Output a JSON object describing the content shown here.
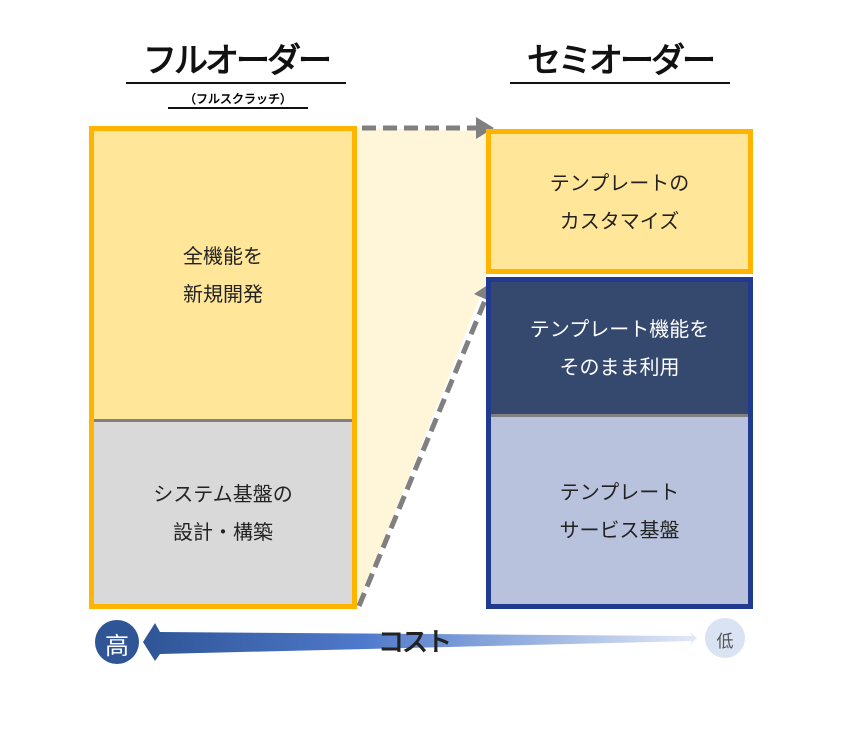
{
  "left": {
    "title": "フルオーダー",
    "subtitle": "（フルスクラッチ）",
    "top_block": "全機能を\n新規開発",
    "bottom_block": "システム基盤の\n設計・構築"
  },
  "right": {
    "title": "セミオーダー",
    "top_block": "テンプレートの\nカスタマイズ",
    "middle_block": "テンプレート機能を\nそのまま利用",
    "bottom_block": "テンプレート\nサービス基盤"
  },
  "cost_axis": {
    "label": "コスト",
    "high_label": "高",
    "low_label": "低"
  },
  "colors": {
    "orange": "#FFB400",
    "light_yellow": "#FFE699",
    "gray": "#D9D9D9",
    "navy": "#203A8F",
    "dark_slate": "#35496F",
    "light_blue": "#B8C2DD"
  }
}
